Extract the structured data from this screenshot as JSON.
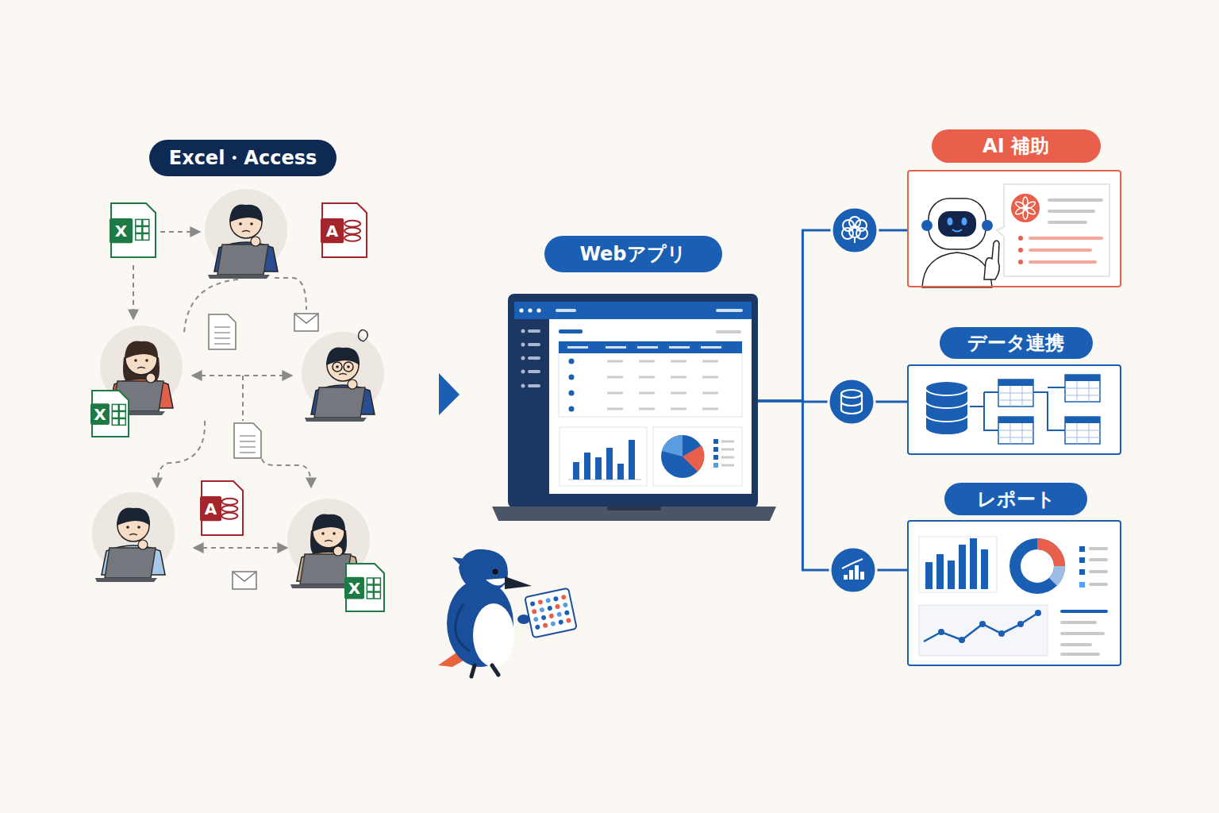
{
  "diagram": {
    "nodes": [
      {
        "text": [
          "Excel・Access"
        ]
      },
      {
        "text": [
          "Webアプリ"
        ]
      },
      {
        "text": [
          "AI 補助"
        ]
      },
      {
        "text": [
          "データ連携"
        ]
      },
      {
        "text": [
          "レポート"
        ]
      }
    ],
    "edges": [
      {
        "from": 1,
        "to": 2,
        "arrow": "none"
      },
      {
        "from": 1,
        "to": 3,
        "arrow": "none"
      },
      {
        "from": 1,
        "to": 4,
        "arrow": "none"
      }
    ],
    "labels": [
      "X",
      "A",
      "X",
      "A",
      "X"
    ]
  }
}
